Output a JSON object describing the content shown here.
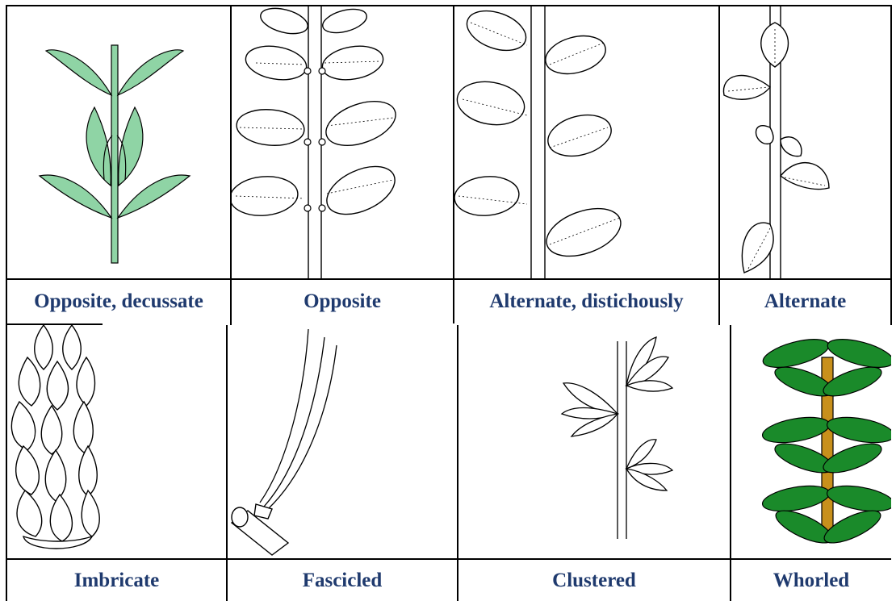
{
  "colors": {
    "caption_text": "#1f3a6e",
    "decussate_leaf": "#8fd4a5",
    "whorled_leaf": "#1a8a2a",
    "whorled_stem": "#c8901c",
    "outline": "#000000"
  },
  "panels": [
    {
      "caption": "Opposite, decussate",
      "figure": "opposite-decussate-green-icon"
    },
    {
      "caption": "Opposite",
      "figure": "opposite-leaves-drawing"
    },
    {
      "caption": "Alternate, distichously",
      "figure": "alternate-distichous-drawing"
    },
    {
      "caption": "Alternate",
      "figure": "alternate-leaves-drawing"
    },
    {
      "caption": "Imbricate",
      "figure": "imbricate-scales-drawing"
    },
    {
      "caption": "Fascicled",
      "figure": "fascicled-needles-drawing"
    },
    {
      "caption": "Clustered",
      "figure": "clustered-leaves-drawing"
    },
    {
      "caption": "Whorled",
      "figure": "whorled-green-icon"
    }
  ]
}
